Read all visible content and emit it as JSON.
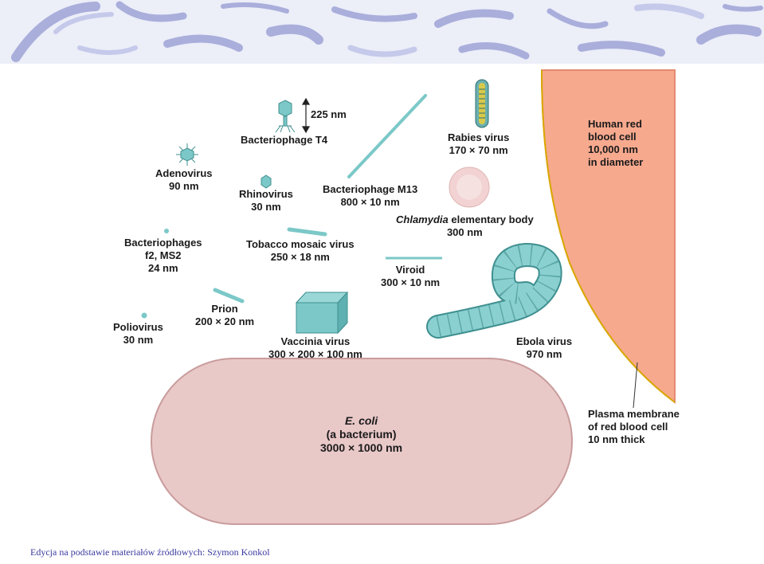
{
  "labels": {
    "t4_size": "225 nm",
    "t4_name": "Bacteriophage T4",
    "adeno_name": "Adenovirus",
    "adeno_size": "90 nm",
    "rhino_name": "Rhinovirus",
    "rhino_size": "30 nm",
    "m13_name": "Bacteriophage M13",
    "m13_size": "800 × 10 nm",
    "rabies_name": "Rabies virus",
    "rabies_size": "170 × 70 nm",
    "chlamydia_name_italic": "Chlamydia",
    "chlamydia_name_rest": " elementary body",
    "chlamydia_size": "300 nm",
    "rbc_line1": "Human red",
    "rbc_line2": "blood cell",
    "rbc_line3": "10,000 nm",
    "rbc_line4": "in diameter",
    "f2_name1": "Bacteriophages",
    "f2_name2": "f2, MS2",
    "f2_size": "24 nm",
    "tmv_name": "Tobacco mosaic virus",
    "tmv_size": "250 × 18 nm",
    "viroid_name": "Viroid",
    "viroid_size": "300 × 10 nm",
    "prion_name": "Prion",
    "prion_size": "200 × 20 nm",
    "polio_name": "Poliovirus",
    "polio_size": "30 nm",
    "vaccinia_name": "Vaccinia virus",
    "vaccinia_size": "300 × 200 × 100 nm",
    "ebola_name": "Ebola virus",
    "ebola_size": "970 nm",
    "ecoli_name": "E. coli",
    "ecoli_desc": "(a bacterium)",
    "ecoli_size": "3000 × 1000 nm",
    "pm_line1": "Plasma membrane",
    "pm_line2": "of red blood cell",
    "pm_line3": "10 nm thick"
  },
  "footer": "Edycja na podstawie materiałów źródłowych: Szymon Konkol",
  "colors": {
    "banner_bg": "#eceef8",
    "banner_stripe": "#a9aedb",
    "virus_teal": "#7cc8c8",
    "rbc_fill": "#f7a98e",
    "ecoli_fill": "#e9c8c8",
    "footer_text": "#3a3aa0"
  }
}
